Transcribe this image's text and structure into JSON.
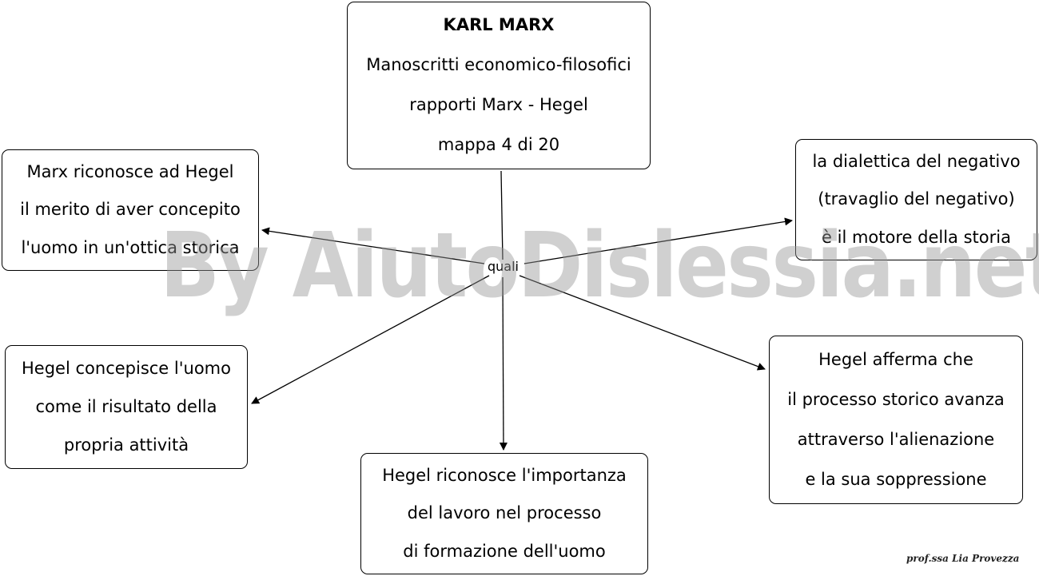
{
  "nodes": {
    "title": {
      "lines": [
        "KARL MARX",
        "Manoscritti economico-filosofici",
        "rapporti Marx - Hegel",
        "mappa 4 di 20"
      ]
    },
    "merito": {
      "lines": [
        "Marx riconosce ad Hegel",
        "il merito di aver concepito",
        "l'uomo in un'ottica storica"
      ]
    },
    "dialettica": {
      "lines": [
        "la dialettica del negativo",
        "(travaglio del negativo)",
        "è il motore della storia"
      ]
    },
    "risultato": {
      "lines": [
        "Hegel concepisce l'uomo",
        "come il risultato della",
        "propria attività"
      ]
    },
    "alienazione": {
      "lines": [
        "Hegel afferma che",
        "il processo storico avanza",
        "attraverso l'alienazione",
        "e la sua soppressione"
      ]
    },
    "lavoro": {
      "lines": [
        "Hegel riconosce l'importanza",
        "del lavoro nel processo",
        "di formazione dell'uomo"
      ]
    }
  },
  "linker": "quali",
  "watermark": "By AiutoDislessia.net",
  "author": "prof.ssa Lia Provezza"
}
